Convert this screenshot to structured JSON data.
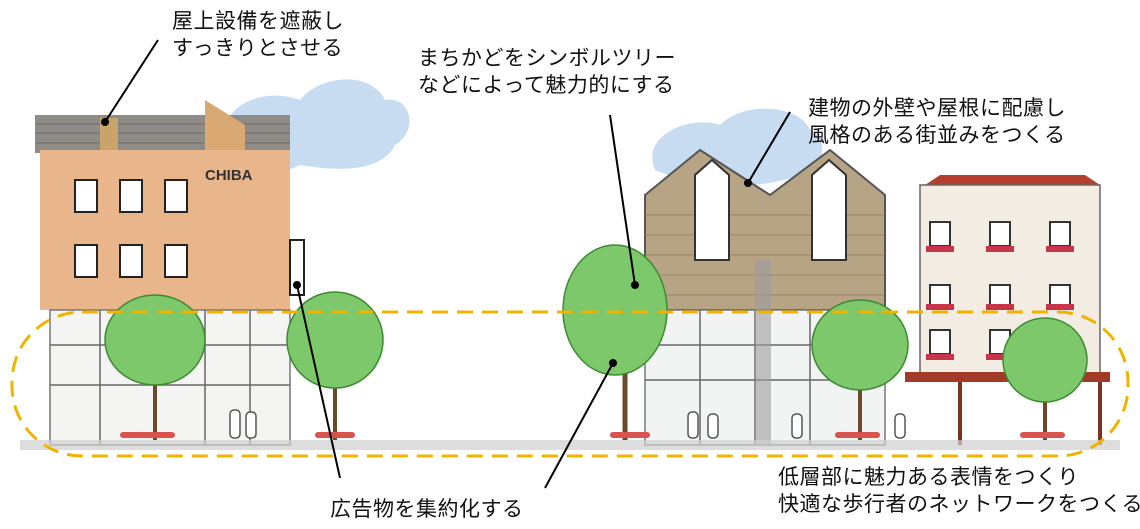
{
  "annotations": {
    "rooftop": {
      "lines": [
        "屋上設備を遮蔽し",
        "すっきりとさせる"
      ]
    },
    "corner_tree": {
      "lines": [
        "まちかどをシンボルツリー",
        "などによって魅力的にする"
      ]
    },
    "facade": {
      "lines": [
        "建物の外壁や屋根に配慮し",
        "風格のある街並みをつくる"
      ]
    },
    "low_floor": {
      "lines": [
        "低層部に魅力ある表情をつくり",
        "快適な歩行者のネットワークをつくる"
      ]
    },
    "signage": {
      "lines": [
        "広告物を集約化する"
      ]
    }
  },
  "sign_text": "CHIBA",
  "colors": {
    "ground_zone_outline": "#f0b400",
    "leader_line": "#000000",
    "sky_tint": "#a9c9e8",
    "brick": "#e8b68a",
    "wood": "#b7a484",
    "tree_green": "#7cc86a"
  }
}
